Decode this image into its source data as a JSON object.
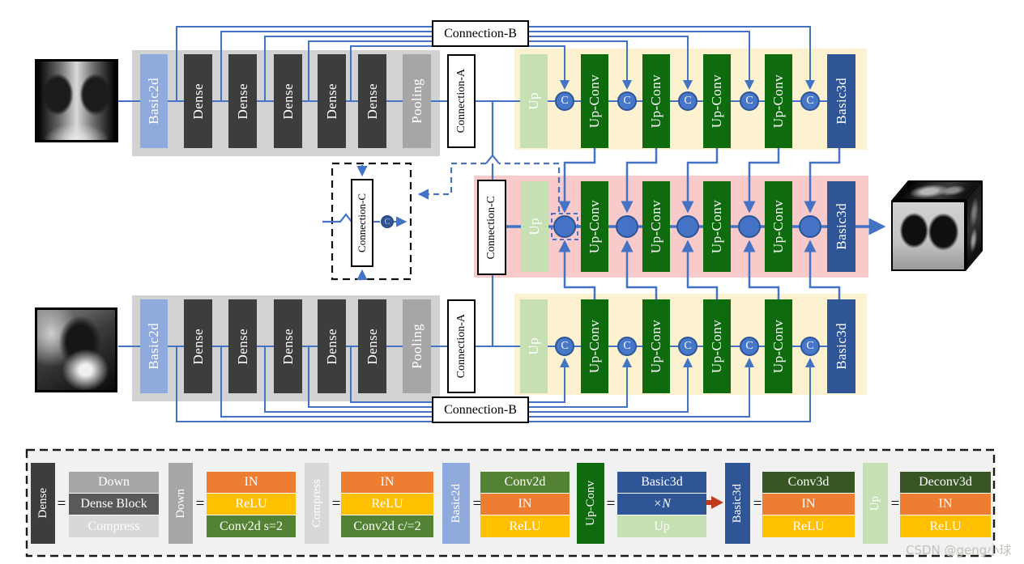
{
  "labels": {
    "basic2d": "Basic2d",
    "dense": "Dense",
    "pooling": "Pooling",
    "connection_a": "Connection-A",
    "connection_b": "Connection-B",
    "connection_c": "Connection-C",
    "up": "Up",
    "up_conv": "Up-Conv",
    "basic3d": "Basic3d",
    "concat": "C"
  },
  "images": {
    "input_top": "frontal-chest-xray",
    "input_bottom": "lateral-chest-xray",
    "output": "ct-volume-cube"
  },
  "legend": {
    "equals": "=",
    "items": [
      {
        "block": "Dense",
        "stack": [
          "Down",
          "Dense Block",
          "Compress"
        ]
      },
      {
        "block": "Down",
        "stack": [
          "IN",
          "ReLU",
          "Conv2d s=2"
        ]
      },
      {
        "block": "Compress",
        "stack": [
          "IN",
          "ReLU",
          "Conv2d c/=2"
        ]
      },
      {
        "block": "Basic2d",
        "stack": [
          "Conv2d",
          "IN",
          "ReLU"
        ]
      },
      {
        "block": "Up-Conv",
        "stack": [
          "Basic3d",
          "×N",
          "Up"
        ]
      },
      {
        "block": "Basic3d",
        "stack": [
          "Conv3d",
          "IN",
          "ReLU"
        ]
      },
      {
        "block": "Up",
        "stack": [
          "Deconv3d",
          "IN",
          "ReLU"
        ]
      }
    ]
  },
  "watermark": "CSDN @geng小球",
  "colors": {
    "line_blue": "#4472c4",
    "circle_fill": "#4677c8",
    "circle_stroke": "#2f5597",
    "dense_dark": "#3d3d3d",
    "pooling_gray": "#a6a6a6",
    "encoder_panel": "#d2d2d2",
    "basic2d_blue": "#8faadc",
    "basic3d_blue": "#2f5597",
    "upconv_green": "#0e6b0e",
    "up_green": "#c6e0b4",
    "decoder_panel": "#fdf2d0",
    "fusion_panel": "#f9caca",
    "in_orange": "#ed7d31",
    "relu_yellow": "#ffc000",
    "conv2d_green": "#548235",
    "conv3d_green": "#375623",
    "legend_bg": "#f1f1f1",
    "red_arrow": "#c03b1e"
  }
}
